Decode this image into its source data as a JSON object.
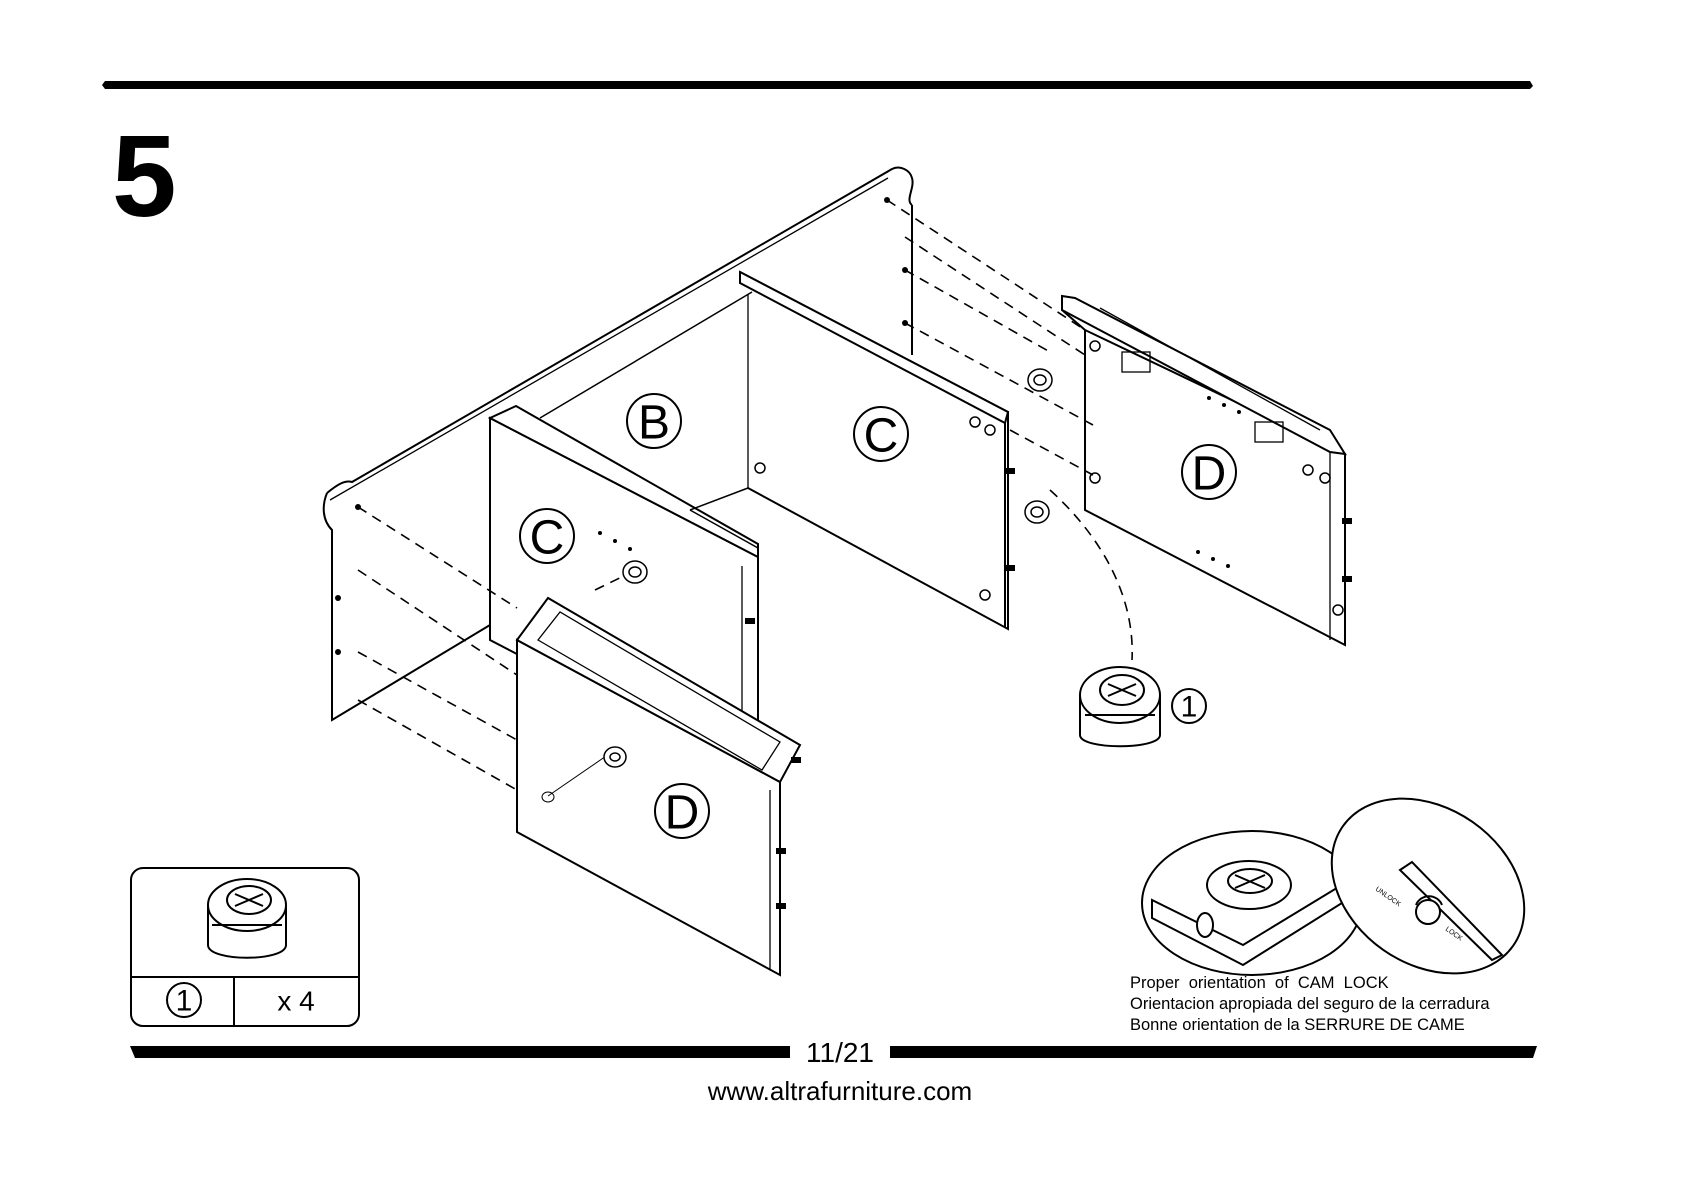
{
  "step": {
    "number": "5"
  },
  "panels": {
    "b_label": "B",
    "c_back_label": "C",
    "c_front_label": "C",
    "d_right_label": "D",
    "d_front_label": "D"
  },
  "callouts": {
    "cam_lock_callout_number": "1"
  },
  "parts_box": {
    "part_number": "1",
    "quantity": "x 4"
  },
  "orientation_detail": {
    "unlock_text": "UNLOCK",
    "lock_text": "LOCK",
    "caption_en": "Proper  orientation  of  CAM  LOCK",
    "caption_es": "Orientacion apropiada del seguro de la cerradura",
    "caption_fr": "Bonne orientation de la SERRURE DE CAME"
  },
  "footer": {
    "page": "11/21",
    "website": "www.altrafurniture.com"
  }
}
